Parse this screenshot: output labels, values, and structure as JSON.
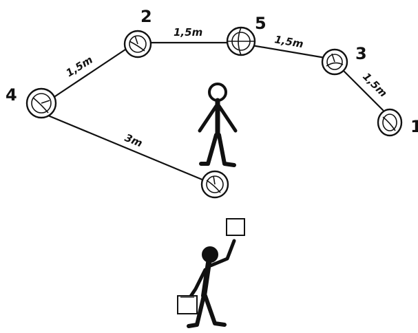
{
  "diagram": {
    "stations": [
      {
        "id": "4",
        "label": "4"
      },
      {
        "id": "2",
        "label": "2"
      },
      {
        "id": "5",
        "label": "5"
      },
      {
        "id": "3",
        "label": "3"
      },
      {
        "id": "1",
        "label": "1"
      },
      {
        "id": "center",
        "label": ""
      }
    ],
    "connections": [
      {
        "from": "4",
        "to": "2",
        "label": "1,5m"
      },
      {
        "from": "2",
        "to": "5",
        "label": "1,5m"
      },
      {
        "from": "5",
        "to": "3",
        "label": "1,5m"
      },
      {
        "from": "3",
        "to": "1",
        "label": "1,5m"
      },
      {
        "from": "4",
        "to": "center",
        "label": "3m"
      }
    ]
  },
  "colors": {
    "ink": "#111111",
    "background": "#ffffff"
  }
}
